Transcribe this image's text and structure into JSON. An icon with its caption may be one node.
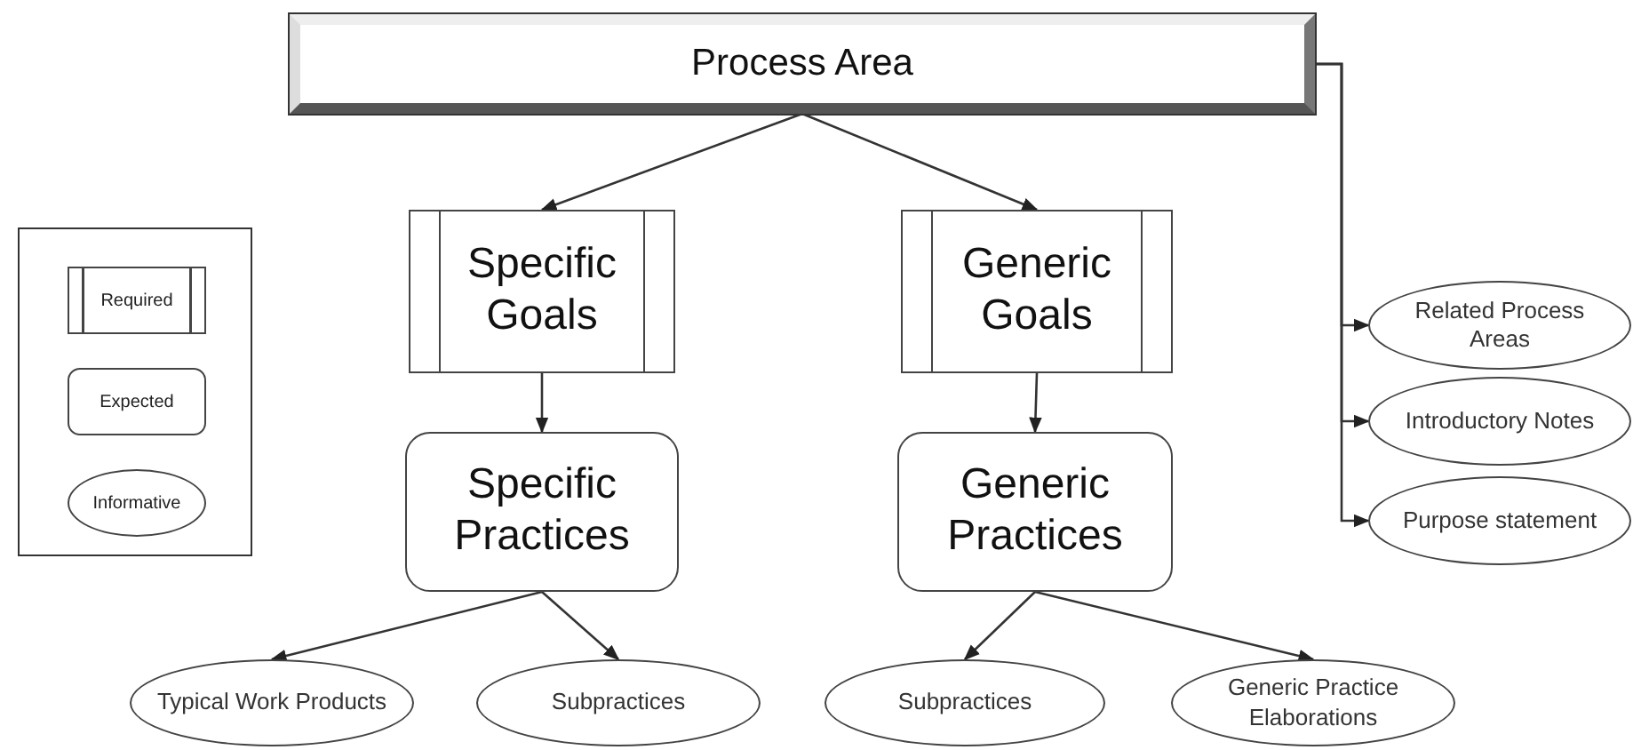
{
  "diagram": {
    "nodes": [
      {
        "text": [
          "Process Area"
        ]
      },
      {
        "text": [
          "Specific Goals"
        ]
      },
      {
        "text": [
          "Generic Goals"
        ]
      },
      {
        "text": [
          "Related Process Areas"
        ]
      },
      {
        "text": [
          "Introductory Notes"
        ]
      },
      {
        "text": [
          "Purpose statement"
        ]
      },
      {
        "text": [
          "Specific Practices"
        ]
      },
      {
        "text": [
          "Generic Practices"
        ]
      },
      {
        "text": [
          "Typical Work Products"
        ]
      },
      {
        "text": [
          "Subpractices"
        ]
      },
      {
        "text": [
          "Subpractices"
        ]
      },
      {
        "text": [
          "Generic Practice Elaborations"
        ]
      }
    ],
    "edges": [
      {
        "from": 0,
        "to": 1,
        "arrow": "to"
      },
      {
        "from": 0,
        "to": 2,
        "arrow": "to"
      },
      {
        "from": 0,
        "to": 3,
        "arrow": "to"
      },
      {
        "from": 0,
        "to": 4,
        "arrow": "to"
      },
      {
        "from": 0,
        "to": 5,
        "arrow": "to"
      },
      {
        "from": 1,
        "to": 6,
        "arrow": "to"
      },
      {
        "from": 2,
        "to": 7,
        "arrow": "to"
      },
      {
        "from": 6,
        "to": 8,
        "arrow": "to"
      },
      {
        "from": 6,
        "to": 9,
        "arrow": "to"
      },
      {
        "from": 7,
        "to": 10,
        "arrow": "to"
      },
      {
        "from": 7,
        "to": 11,
        "arrow": "to"
      }
    ],
    "legend": [
      {
        "text": "Required"
      },
      {
        "text": "Expected"
      },
      {
        "text": "Informative"
      }
    ]
  }
}
